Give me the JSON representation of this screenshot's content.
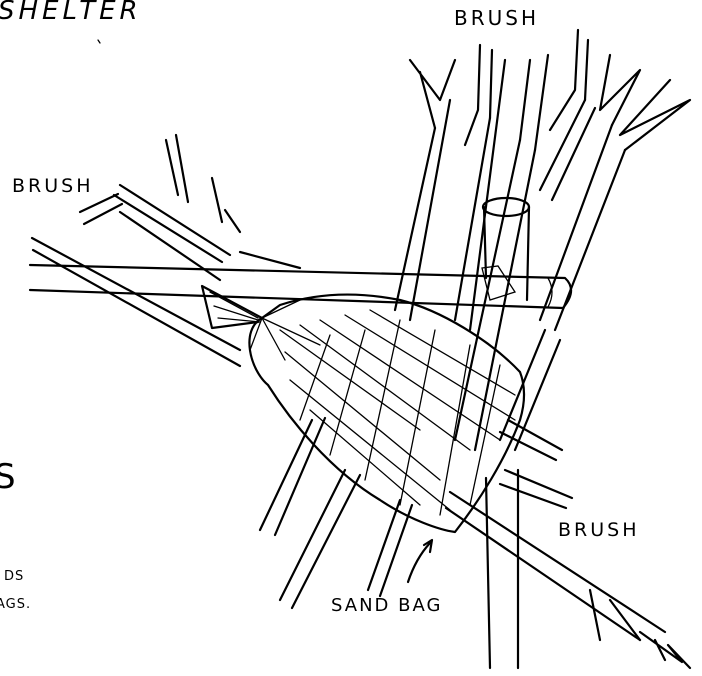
{
  "labels": {
    "title": "SHELTER",
    "brush_top": "BRUSH",
    "brush_left": "BRUSH",
    "brush_right": "BRUSH",
    "sand_bag": "SAND BAG",
    "fragment_s": "S",
    "fragment_ds": "DS",
    "fragment_ags": "AGS."
  },
  "colors": {
    "ink": "#000000",
    "paper": "#ffffff"
  }
}
